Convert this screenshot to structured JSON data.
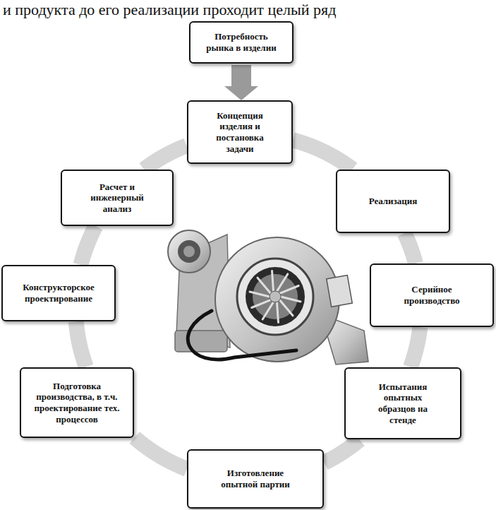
{
  "diagram": {
    "nodes": [
      {
        "text": [
          "Потребность рынка в изделии"
        ]
      },
      {
        "text": [
          "Концепция изделия и постановка задачи"
        ]
      },
      {
        "text": [
          "Расчет и инженерный анализ"
        ]
      },
      {
        "text": [
          "Реализация"
        ]
      },
      {
        "text": [
          "Конструкторское проектирование"
        ]
      },
      {
        "text": [
          "Серийное производство"
        ]
      },
      {
        "text": [
          "Подготовка производства, в т.ч. проектирование тех. процессов"
        ]
      },
      {
        "text": [
          "Испытания опытных образцов на стенде"
        ]
      },
      {
        "text": [
          "Изготовление опытной партии"
        ]
      }
    ],
    "edges": [
      {
        "from": 0,
        "to": 1,
        "arrow": "to"
      },
      {
        "from": 1,
        "to": 2,
        "arrow": "none"
      },
      {
        "from": 2,
        "to": 4,
        "arrow": "none"
      },
      {
        "from": 4,
        "to": 6,
        "arrow": "none"
      },
      {
        "from": 6,
        "to": 8,
        "arrow": "none"
      },
      {
        "from": 8,
        "to": 7,
        "arrow": "none"
      },
      {
        "from": 7,
        "to": 5,
        "arrow": "none"
      },
      {
        "from": 5,
        "to": 3,
        "arrow": "none"
      },
      {
        "from": 3,
        "to": 1,
        "arrow": "none"
      }
    ],
    "labels": [
      "и продукта до его реализации проходит целый ряд"
    ]
  }
}
